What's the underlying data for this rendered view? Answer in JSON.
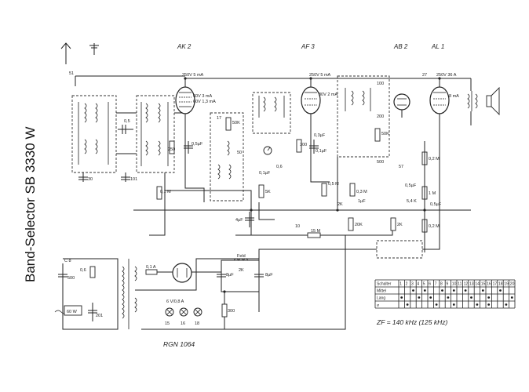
{
  "title": "Band-Selector SB 3330 W",
  "tubes": {
    "ak2": "AK 2",
    "af3": "AF 3",
    "ab2": "AB 2",
    "al1": "AL 1"
  },
  "voltages": {
    "ak2_anode": "250V  5 mA",
    "ak2_g2": "60V  3 mA",
    "ak2_g4": "60V  1,3 mA",
    "af3_anode": "250V  5 mA",
    "af3_g2": "80V  2 mA",
    "al1_anode": "250V  36 A",
    "al1_g2": "8 mA",
    "supply": "6 V/0,8 A",
    "mains": "60 W"
  },
  "components": {
    "c51": "51",
    "c30": "30",
    "c101": "101",
    "c05": "0,5",
    "r250": "250",
    "r01m": "0,1 M",
    "c05uf": "0,5µF",
    "c17": "17",
    "r50k": "50K",
    "r50": "50",
    "c4uf": "4µF",
    "r5k": "5K",
    "r300": "300",
    "c01uf": "0,1µF",
    "c03uf": "0,3µF",
    "c01uf_b": "0,1µF",
    "c10": "10",
    "r15m": "15 M",
    "r20k": "20K",
    "r05m": "0,5 M",
    "r03m": "0,3 M",
    "c1uf": "1µF",
    "c2k": "2K",
    "c100": "100",
    "c200": "200",
    "c500": "500",
    "r50k_b": "50K",
    "r2k": "2K",
    "c57": "57",
    "c05uf_b": "0,5µF",
    "r54k": "5,4 K",
    "c27": "27",
    "r02m": "0,2 M",
    "r1m": "1 M",
    "c05uf_c": "0,5µF",
    "r02m_b": "0,2 M",
    "r06": "0,6",
    "c500_b": "500",
    "c8": "C 8",
    "c201": "201",
    "r01a": "0,1 A",
    "feld": "Feld",
    "r2k_b": "2K",
    "c8uf": "8µF",
    "c8uf_b": "8µF",
    "r300_b": "300",
    "c15": "15",
    "c16": "16",
    "c18": "18",
    "lamp_ref": "RGN 1064"
  },
  "switch_table": {
    "header_label": "Schalter",
    "columns": [
      "1",
      "2",
      "3",
      "4",
      "5",
      "6",
      "7",
      "8",
      "9",
      "10",
      "11",
      "12",
      "13",
      "14",
      "15",
      "16",
      "17",
      "18",
      "19",
      "20"
    ],
    "rows": [
      {
        "label": "Mittel",
        "dots": [
          0,
          0,
          1,
          0,
          1,
          0,
          0,
          1,
          0,
          1,
          0,
          1,
          0,
          0,
          1,
          0,
          0,
          1,
          0,
          0
        ]
      },
      {
        "label": "Lang",
        "dots": [
          1,
          0,
          0,
          1,
          0,
          1,
          0,
          0,
          1,
          0,
          0,
          0,
          1,
          0,
          0,
          1,
          0,
          0,
          0,
          1
        ]
      },
      {
        "label": "⌀",
        "dots": [
          0,
          1,
          0,
          0,
          0,
          0,
          1,
          0,
          0,
          1,
          0,
          0,
          0,
          1,
          0,
          1,
          0,
          0,
          1,
          0
        ]
      }
    ]
  },
  "zf_note": "ZF = 140 kHz  (125 kHz)"
}
